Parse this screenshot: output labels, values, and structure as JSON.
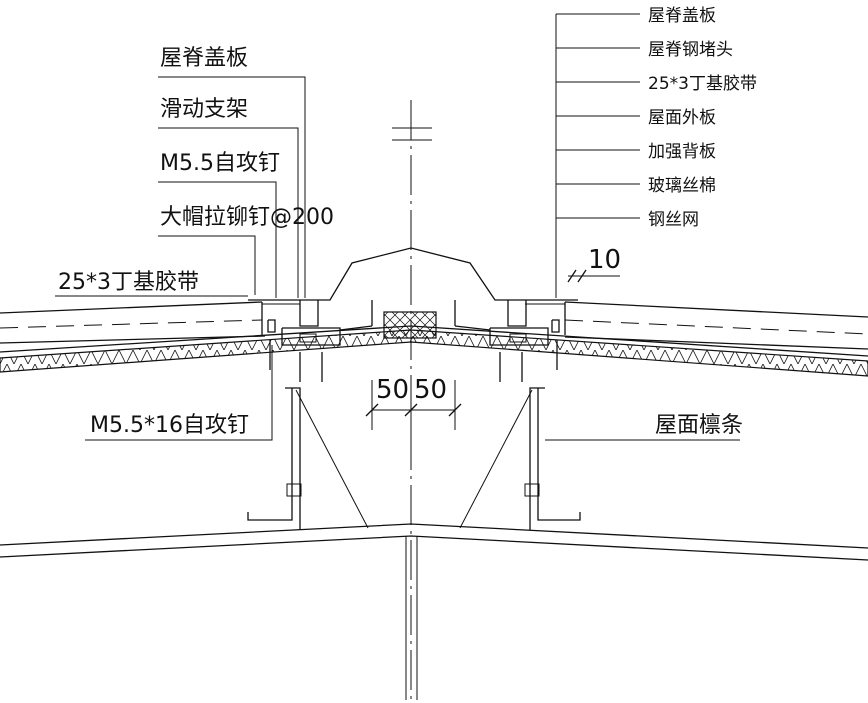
{
  "labels_left": [
    "屋脊盖板",
    "滑动支架",
    "M5.5自攻钉",
    "大帽拉铆钉@200",
    "25*3丁基胶带",
    "M5.5*16自攻钉"
  ],
  "labels_right": [
    "屋脊盖板",
    "屋脊钢堵头",
    "25*3丁基胶带",
    "屋面外板",
    "加强背板",
    "玻璃丝棉",
    "钢丝网"
  ],
  "label_purlin": "屋面檩条",
  "dimensions": {
    "gap_top": "10",
    "left_half": "50",
    "right_half": "50"
  }
}
